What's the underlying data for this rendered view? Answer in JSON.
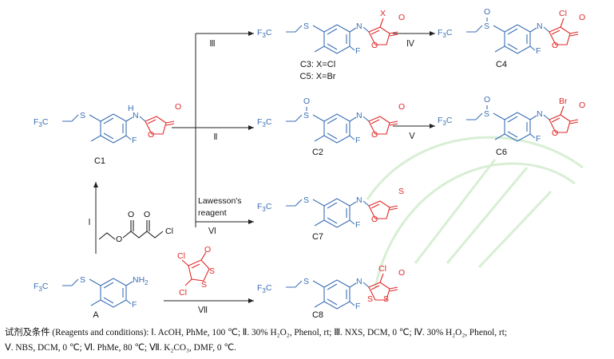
{
  "compounds": {
    "A": "A",
    "C1": "C1",
    "C2": "C2",
    "C3_C5": "C3: X=Cl",
    "C5": "C5: X=Br",
    "C4": "C4",
    "C6": "C6",
    "C7": "C7",
    "C8": "C8"
  },
  "step_labels": {
    "I": "Ⅰ",
    "II": "Ⅱ",
    "III": "Ⅲ",
    "IV": "Ⅳ",
    "V": "Ⅴ",
    "VI": "Ⅵ",
    "VII": "Ⅶ"
  },
  "reagent_text": {
    "lawesson_1": "Lawesson's",
    "lawesson_2": "reagent"
  },
  "atoms": {
    "F3C": "F3C",
    "S": "S",
    "O": "O",
    "F": "F",
    "N": "N",
    "H": "H",
    "NH2": "NH2",
    "Cl": "Cl",
    "Br": "Br",
    "X": "X"
  },
  "conditions": {
    "line1": "试剂及条件 (Reagents and conditions): Ⅰ. AcOH, PhMe, 100 ℃; Ⅱ. 30% H₂O₂, Phenol, rt; Ⅲ. NXS, DCM, 0 ℃; Ⅳ. 30% H₂O₂, Phenol, rt;",
    "line2": "Ⅴ. NBS, DCM, 0 ℃; Ⅵ. PhMe, 80 ℃; Ⅶ. K₂CO₃, DMF, 0 ℃."
  }
}
